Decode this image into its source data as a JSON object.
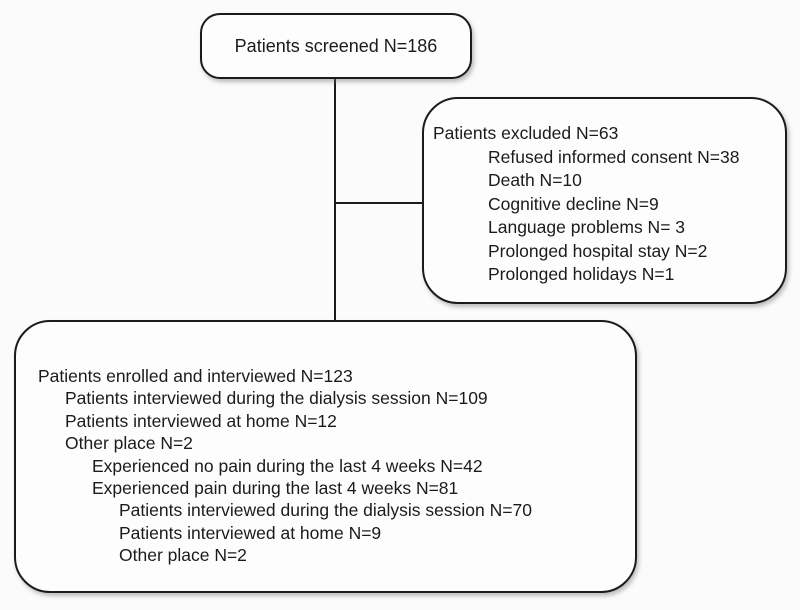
{
  "figure": {
    "type": "patient-flow-diagram",
    "background_color": "#fbfbfb",
    "box_fill_color": "#fdfdfd",
    "line_color": "#1b1b1b"
  },
  "boxes": {
    "screened": {
      "title": "Patients screened N=186"
    },
    "excluded": {
      "lines": [
        {
          "text": "Patients excluded N=63",
          "indent": 0
        },
        {
          "text": "Refused informed consent N=38",
          "indent": 1
        },
        {
          "text": "Death N=10",
          "indent": 1
        },
        {
          "text": "Cognitive decline N=9",
          "indent": 1
        },
        {
          "text": "Language problems N= 3",
          "indent": 1
        },
        {
          "text": "Prolonged hospital stay N=2",
          "indent": 1
        },
        {
          "text": "Prolonged holidays N=1",
          "indent": 1
        }
      ]
    },
    "enrolled": {
      "lines": [
        {
          "text": "Patients enrolled and interviewed N=123",
          "indent": 0
        },
        {
          "text": "Patients interviewed during the dialysis session N=109",
          "indent": 1
        },
        {
          "text": "Patients interviewed at home N=12",
          "indent": 1
        },
        {
          "text": "Other place N=2",
          "indent": 1
        },
        {
          "text": "Experienced no pain during the last 4 weeks N=42",
          "indent": 2
        },
        {
          "text": "Experienced pain during the last 4 weeks N=81",
          "indent": 2
        },
        {
          "text": "Patients interviewed during the dialysis session N=70",
          "indent": 3
        },
        {
          "text": "Patients interviewed at home N=9",
          "indent": 3
        },
        {
          "text": "Other place N=2",
          "indent": 3
        }
      ]
    }
  }
}
